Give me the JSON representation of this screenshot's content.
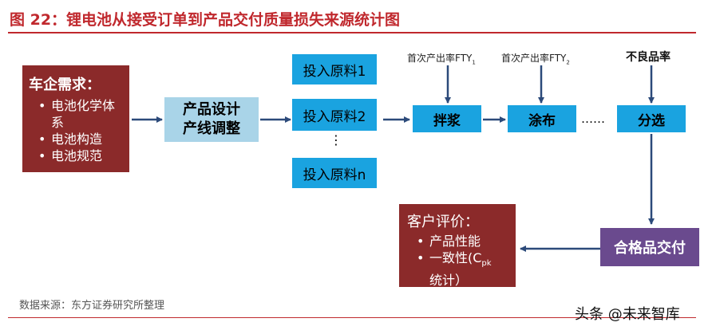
{
  "title": "图 22：锂电池从接受订单到产品交付质量损失来源统计图",
  "requirements": {
    "heading": "车企需求：",
    "items": [
      "电池化学体系",
      "电池构造",
      "电池规范"
    ]
  },
  "design_box": {
    "line1": "产品设计",
    "line2": "产线调整"
  },
  "materials": [
    "投入原料1",
    "投入原料2",
    "投入原料n"
  ],
  "materials_ellipsis": "⋮",
  "fty_label_1": {
    "text": "首次产出率FTY",
    "sub": "1"
  },
  "fty_label_2": {
    "text": "首次产出率FTY",
    "sub": "2"
  },
  "defect_label": "不良品率",
  "steps": [
    "拌浆",
    "涂布",
    "分选"
  ],
  "steps_ellipsis": "……",
  "delivery": "合格品交付",
  "evaluation": {
    "heading": "客户评价：",
    "items": [
      {
        "text": "产品性能"
      },
      {
        "text_before": "一致性(C",
        "sub": "pk",
        "text_after": "统计）"
      }
    ]
  },
  "source": "数据来源：东方证券研究所整理",
  "watermark": "头条 @未来智库",
  "colors": {
    "title_red": "#c0282d",
    "dark_red_box": "#8b2a2a",
    "cyan_box": "#1aa3e0",
    "light_blue_box": "#a9d4e8",
    "purple_box": "#6a4a8e",
    "arrow": "#2c4a7a"
  }
}
